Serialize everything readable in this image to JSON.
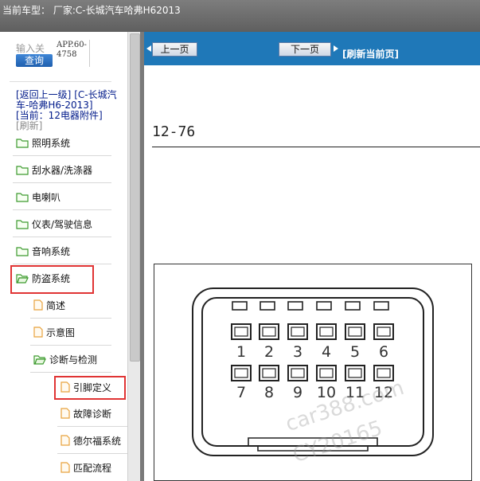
{
  "topbar": {
    "current_model": "当前车型：  厂家:C-长城汽车哈弗H62013"
  },
  "sidebar": {
    "search_placeholder": "输入关",
    "search_button": "查询",
    "app_note": "APP.60-4758",
    "path_back": "[返回上一级]",
    "path_parent": "[C-长城汽车-哈弗H6-2013]",
    "path_current": "[当前：12电器附件]",
    "path_refresh": "[刷新]",
    "items": [
      {
        "label": "照明系统"
      },
      {
        "label": "刮水器/洗涤器"
      },
      {
        "label": "电喇叭"
      },
      {
        "label": "仪表/驾驶信息"
      },
      {
        "label": "音响系统"
      },
      {
        "label": "防盗系统"
      },
      {
        "label": "简述"
      },
      {
        "label": "示意图"
      },
      {
        "label": "诊断与检测"
      },
      {
        "label": "引脚定义"
      },
      {
        "label": "故障诊断"
      },
      {
        "label": "德尔福系统"
      },
      {
        "label": "匹配流程"
      }
    ]
  },
  "toolbar": {
    "prev": "上一页",
    "next": "下一页",
    "refresh": "[刷新当前页]"
  },
  "document": {
    "page_number": "12-76",
    "pins_top": [
      "1",
      "2",
      "3",
      "4",
      "5",
      "6"
    ],
    "pins_bottom": [
      "7",
      "8",
      "9",
      "10",
      "11",
      "12"
    ],
    "watermark": [
      "car388.com",
      "CY20165"
    ]
  },
  "colors": {
    "toolbar": "#1f78b8",
    "highlight": "#e03434",
    "folder": "#3c9a2e",
    "file": "#e8a23c",
    "link": "#001a8a"
  }
}
